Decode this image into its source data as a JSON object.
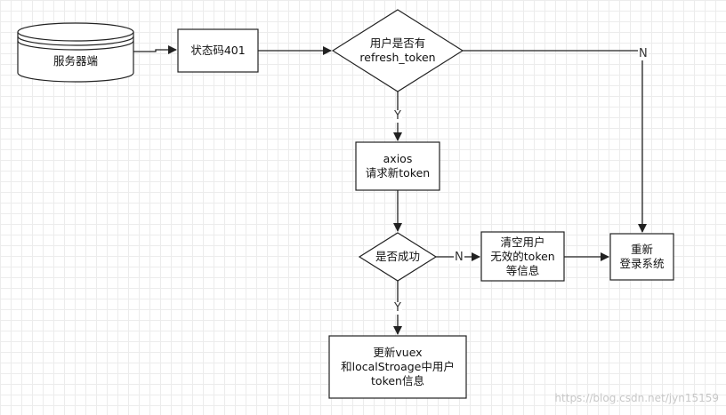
{
  "nodes": {
    "server": "服务器端",
    "status": "状态码401",
    "has_refresh_1": "用户是否有",
    "has_refresh_2": "refresh_token",
    "axios_1": "axios",
    "axios_2": "请求新token",
    "success": "是否成功",
    "clear_1": "清空用户",
    "clear_2": "无效的token",
    "clear_3": "等信息",
    "relogin_1": "重新",
    "relogin_2": "登录系统",
    "update_1": "更新vuex",
    "update_2": "和localStroage中用户",
    "update_3": "token信息"
  },
  "edges": {
    "has_refresh_no": "N",
    "has_refresh_yes": "Y",
    "success_no": "N",
    "success_yes": "Y"
  },
  "watermark": "https://blog.csdn.net/jyn15159"
}
